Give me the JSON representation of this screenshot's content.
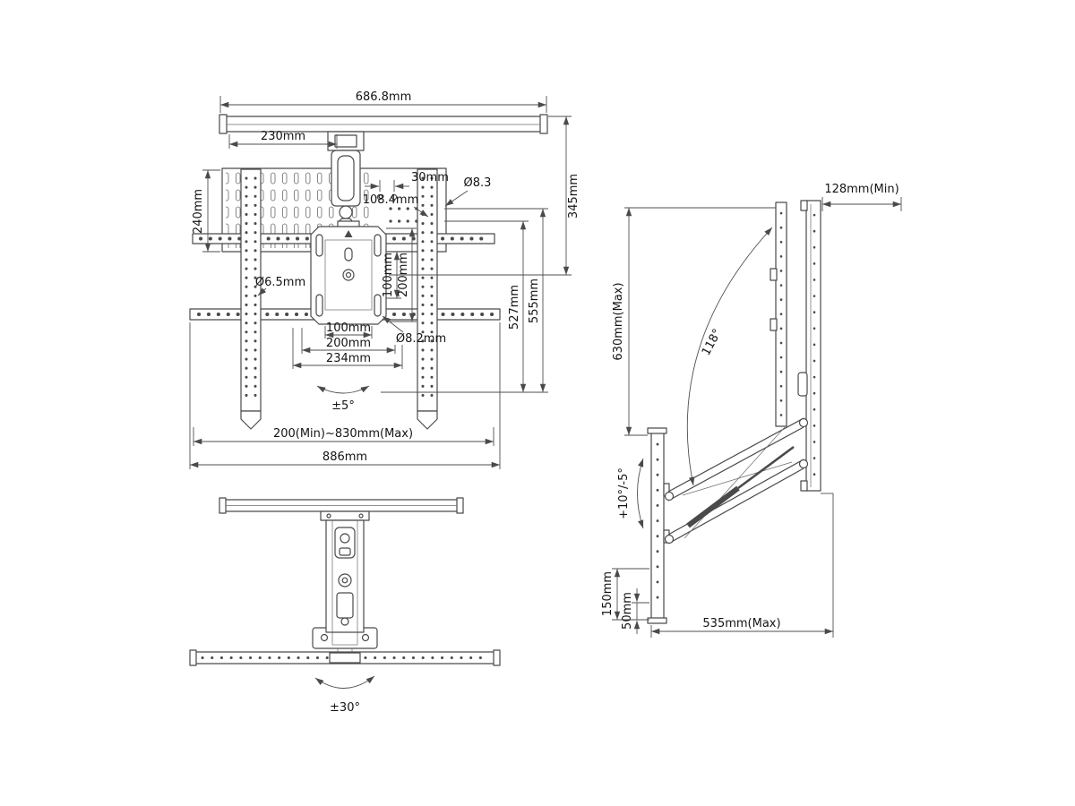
{
  "colors": {
    "background": "#ffffff",
    "line": "#4a4a4a",
    "text": "#141414"
  },
  "front_view": {
    "dimensions": {
      "total_width": "686.8mm",
      "plate_width": "230mm",
      "hole_gap": "30mm",
      "bracket_offset": "108.4mm",
      "hole_dia_top": "Ø8.3",
      "plate_height": "240mm",
      "top_to_center": "345mm",
      "vesa_vertical_100": "100mm",
      "vesa_vertical_200": "200mm",
      "drop_527": "527mm",
      "drop_555": "555mm",
      "hole_dia_bracket": "Ø6.5mm",
      "vesa_horizontal_100": "100mm",
      "vesa_horizontal_200": "200mm",
      "vesa_plate_width": "234mm",
      "hole_dia_vesa": "Ø8.2mm",
      "tilt": "±5°",
      "bracket_range": "200(Min)~830mm(Max)",
      "rail_width": "886mm"
    }
  },
  "side_view": {
    "dimensions": {
      "depth_min": "128mm(Min)",
      "height_max": "630mm(Max)",
      "swing_angle": "118°",
      "tilt_adjust": "+10°/-5°",
      "offset_150": "150mm",
      "offset_50": "50mm",
      "extension_max": "535mm(Max)"
    }
  },
  "top_view": {
    "dimensions": {
      "swivel": "±30°"
    }
  }
}
